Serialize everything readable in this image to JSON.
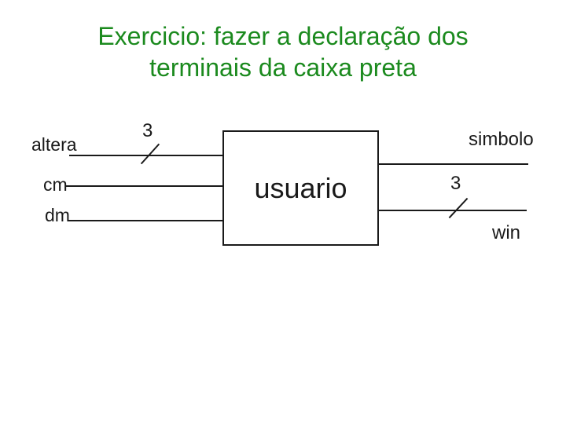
{
  "colors": {
    "background": "#ffffff",
    "title-green": "#1b8a1e",
    "ink": "#1a1a1a"
  },
  "title": {
    "line1": "Exercicio: fazer a declaração dos",
    "line2": "terminais da caixa preta"
  },
  "diagram": {
    "type": "black-box-block-diagram",
    "box_label": "usuario",
    "inputs": [
      {
        "label": "altera",
        "bus_width": "3"
      },
      {
        "label": "cm"
      },
      {
        "label": "dm"
      }
    ],
    "outputs": [
      {
        "label": "simbolo"
      },
      {
        "label": "win",
        "bus_width": "3"
      }
    ]
  }
}
